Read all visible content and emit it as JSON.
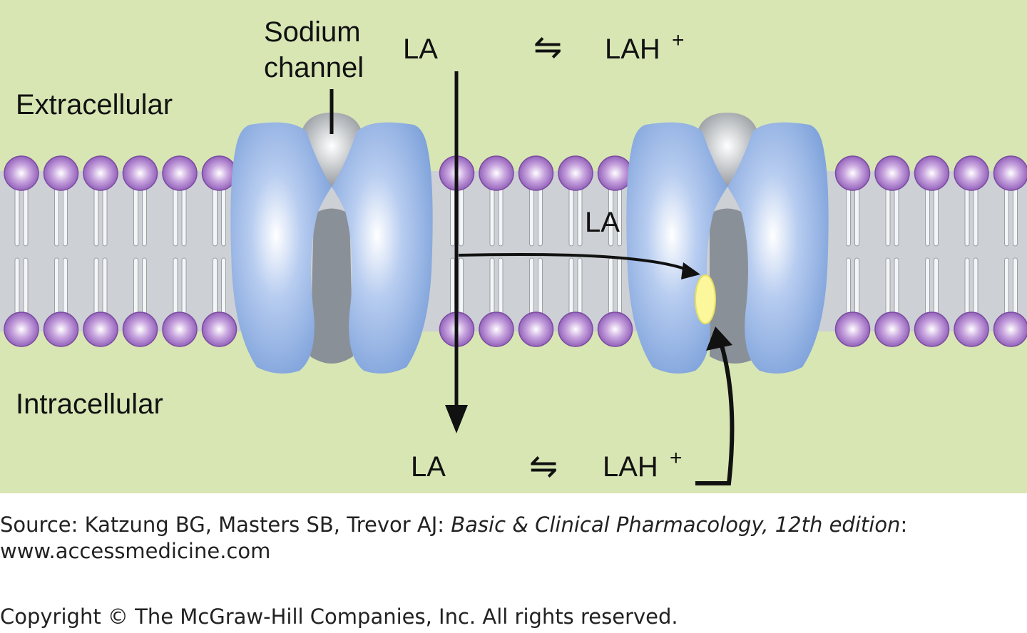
{
  "diagram": {
    "labels": {
      "extracellular": "Extracellular",
      "intracellular": "Intracellular",
      "sodium_channel_line1": "Sodium",
      "sodium_channel_line2": "channel",
      "la_top": "LA",
      "lah_top": "LAH",
      "la_mid": "LA",
      "la_bottom": "LA",
      "lah_bottom": "LAH",
      "plus": "+",
      "equilibrium_symbol": "⇋"
    },
    "colors": {
      "background": "#d8e6b4",
      "membrane_core": "#cdd0d4",
      "lipid_head": "#9b6cc0",
      "channel_blue": "#8aaee0",
      "channel_gate": "#a9acb0",
      "channel_pore": "#8a9098",
      "binding_site": "#fbf79a",
      "arrow": "#111111"
    }
  },
  "caption": {
    "source_prefix": "Source: Katzung BG, Masters SB, Trevor AJ: ",
    "book_title": "Basic & Clinical Pharmacology, 12th edition",
    "source_suffix": ":",
    "website": "www.accessmedicine.com",
    "copyright": "Copyright © The McGraw-Hill Companies, Inc. All rights reserved."
  }
}
